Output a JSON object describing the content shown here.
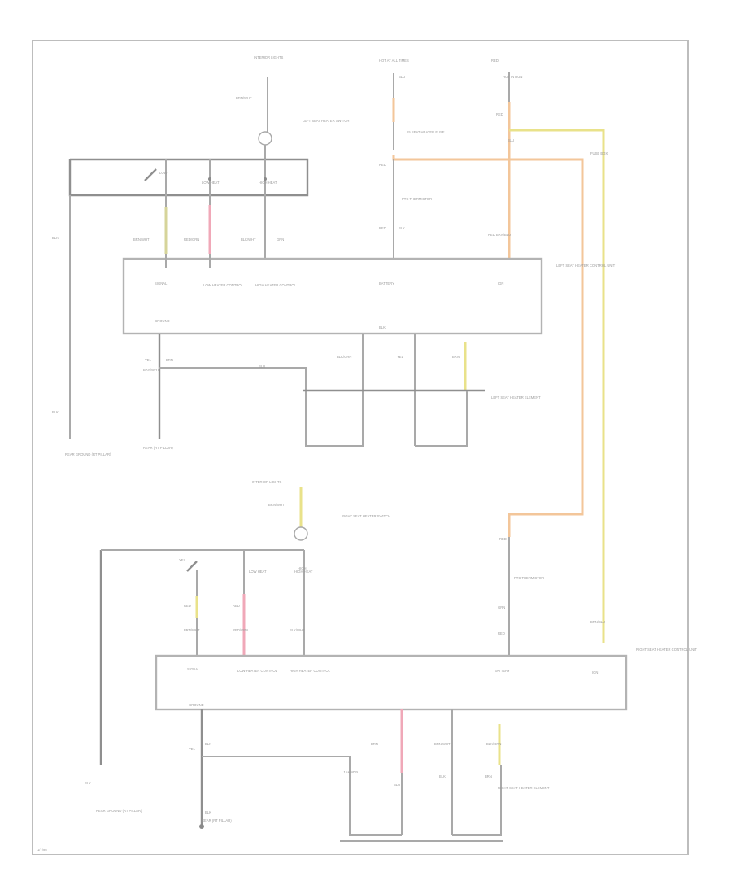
{
  "diagram": {
    "footer_code": "1/7/98",
    "colors": {
      "frame": "#bdbdbd",
      "wire": "#a9a9a9",
      "orange": "#f3c69a",
      "yellow": "#e9e28a",
      "pink": "#f0a8b8",
      "olive": "#d6d49a"
    },
    "labels": [
      {
        "text": "INTERIOR LIGHTS"
      },
      {
        "text": "BRN/WHT"
      },
      {
        "text": "LEFT SEAT HEATER SWITCH"
      },
      {
        "text": "HOT AT ALL TIMES"
      },
      {
        "text": "BLU"
      },
      {
        "text": "15 SEAT HEATER FUSE"
      },
      {
        "text": "RED"
      },
      {
        "text": "HOT IN RUN"
      },
      {
        "text": "RED"
      },
      {
        "text": "BLU"
      },
      {
        "text": "FUSE BOX"
      },
      {
        "text": "LOW"
      },
      {
        "text": "LOW HEAT"
      },
      {
        "text": "HIGH HEAT"
      },
      {
        "text": "RED"
      },
      {
        "text": "PTC THERMISTOR"
      },
      {
        "text": "RED"
      },
      {
        "text": "BLK"
      },
      {
        "text": "BRN/WHT"
      },
      {
        "text": "RED/GRN"
      },
      {
        "text": "BLK/WHT"
      },
      {
        "text": "GRN"
      },
      {
        "text": "RED"
      },
      {
        "text": "BRN/BLU"
      },
      {
        "text": "SIGNAL"
      },
      {
        "text": "LOW HEATER CONTROL"
      },
      {
        "text": "HIGH HEATER CONTROL"
      },
      {
        "text": "BATTERY"
      },
      {
        "text": "IGN"
      },
      {
        "text": "LEFT SEAT HEATER CONTROL UNIT"
      },
      {
        "text": "GROUND"
      },
      {
        "text": "BLK"
      },
      {
        "text": "YEL"
      },
      {
        "text": "BRN"
      },
      {
        "text": "BRN/WHT"
      },
      {
        "text": "BLK/GRN"
      },
      {
        "text": "YEL"
      },
      {
        "text": "BRN"
      },
      {
        "text": "BLU"
      },
      {
        "text": "LEFT SEAT HEATER ELEMENT"
      },
      {
        "text": "BLK"
      },
      {
        "text": "BLK"
      },
      {
        "text": "REAR GROUND (RT PILLAR)"
      },
      {
        "text": "REAR (RT PILLAR)"
      },
      {
        "text": "INTERIOR LIGHTS"
      },
      {
        "text": "BRN/WHT"
      },
      {
        "text": "RIGHT SEAT HEATER SWITCH"
      },
      {
        "text": "RED"
      },
      {
        "text": "PTC THERMISTOR"
      },
      {
        "text": "HIGH"
      },
      {
        "text": "LOW HEAT"
      },
      {
        "text": "HIGH HEAT"
      },
      {
        "text": "YEL"
      },
      {
        "text": "RED"
      },
      {
        "text": "RED"
      },
      {
        "text": "BRN/WHT"
      },
      {
        "text": "RED/GRN"
      },
      {
        "text": "BLK/WHT"
      },
      {
        "text": "GRN"
      },
      {
        "text": "RED"
      },
      {
        "text": "BRN/BLU"
      },
      {
        "text": "SIGNAL"
      },
      {
        "text": "LOW HEATER CONTROL"
      },
      {
        "text": "HIGH HEATER CONTROL"
      },
      {
        "text": "BATTERY"
      },
      {
        "text": "IGN"
      },
      {
        "text": "RIGHT SEAT HEATER CONTROL UNIT"
      },
      {
        "text": "GROUND"
      },
      {
        "text": "BLK"
      },
      {
        "text": "YEL"
      },
      {
        "text": "BRN"
      },
      {
        "text": "BRN/WHT"
      },
      {
        "text": "BLK/GRN"
      },
      {
        "text": "YEL/BRN"
      },
      {
        "text": "BLU"
      },
      {
        "text": "BLK"
      },
      {
        "text": "BRN"
      },
      {
        "text": "RIGHT SEAT HEATER ELEMENT"
      },
      {
        "text": "BLK"
      },
      {
        "text": "REAR GROUND (RT PILLAR)"
      },
      {
        "text": "BLK"
      },
      {
        "text": "REAR (RT PILLAR)"
      }
    ]
  }
}
